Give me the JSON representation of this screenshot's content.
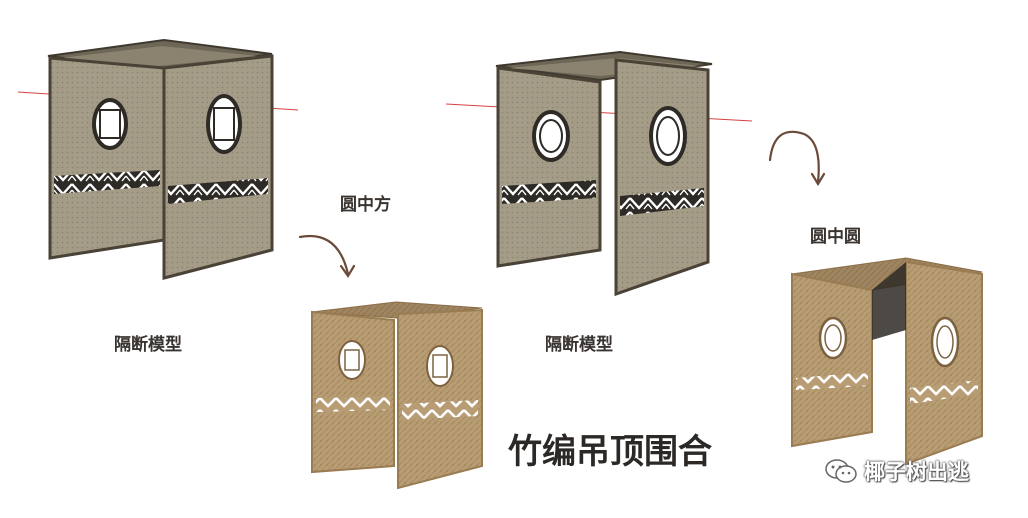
{
  "captions": {
    "partition_model_left": "隔断模型",
    "partition_model_right": "隔断模型",
    "square_in_circle": "圆中方",
    "circle_in_circle": "圆中圆",
    "main_title": "竹编吊顶围合"
  },
  "watermark": {
    "icon": "wechat-icon",
    "text": "椰子树出逃"
  },
  "colors": {
    "panel_grey": "#a49c86",
    "frame_dark": "#4a4236",
    "bamboo_panel": "#b59b72",
    "bamboo_edge": "#9a7c52",
    "arrow_brown": "#6b4a3a",
    "axis_red": "#d84040"
  }
}
